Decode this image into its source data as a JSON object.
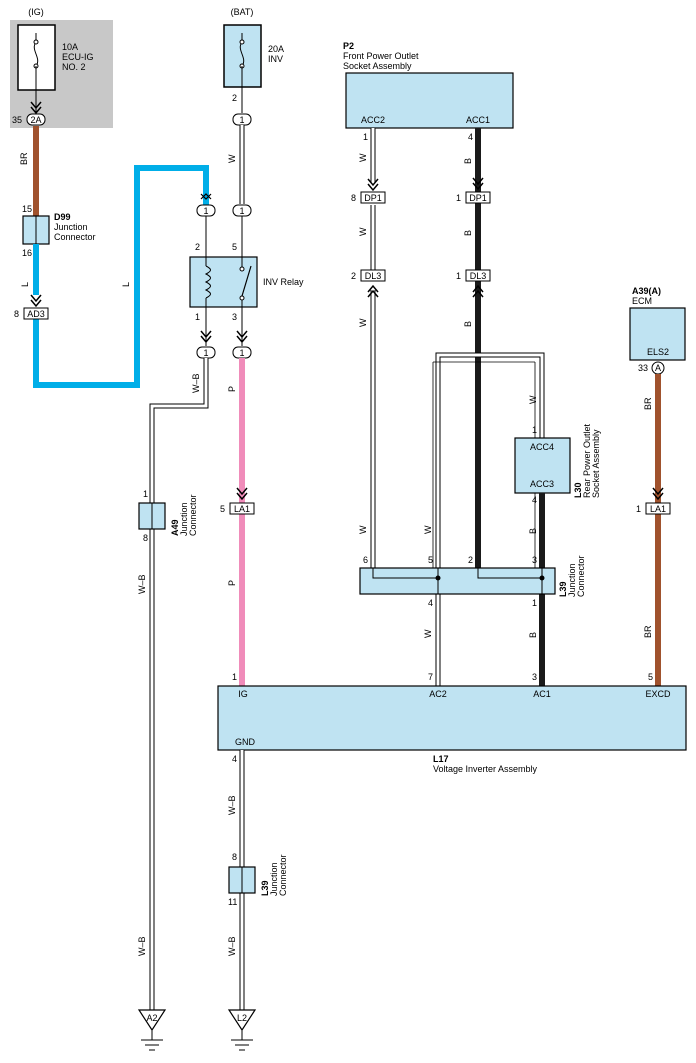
{
  "sources": {
    "ig": "(IG)",
    "bat": "(BAT)"
  },
  "fuses": {
    "ig": {
      "amp": "10A",
      "name1": "ECU-IG",
      "name2": "NO. 2"
    },
    "bat": {
      "amp": "20A",
      "name1": "INV"
    }
  },
  "components": {
    "p2": {
      "code": "P2",
      "name1": "Front Power Outlet",
      "name2": "Socket Assembly",
      "pin_left": "ACC2",
      "pin_right": "ACC1"
    },
    "a39": {
      "code": "A39(A)",
      "name": "ECM",
      "pin": "ELS2"
    },
    "d99": {
      "code": "D99",
      "name1": "Junction",
      "name2": "Connector"
    },
    "inv_relay": {
      "name": "INV Relay"
    },
    "a49": {
      "code": "A49",
      "name1": "Junction",
      "name2": "Connector"
    },
    "l30": {
      "code": "L30",
      "name1": "Rear Power Outlet",
      "name2": "Socket Assembly",
      "pin_top": "ACC4",
      "pin_bottom": "ACC3"
    },
    "l39_top": {
      "code": "L39",
      "name1": "Junction",
      "name2": "Connector"
    },
    "l39_bottom": {
      "code": "L39",
      "name1": "Junction",
      "name2": "Connector"
    },
    "l17": {
      "code": "L17",
      "name": "Voltage Inverter Assembly",
      "pin_ig": "IG",
      "pin_ac2": "AC2",
      "pin_ac1": "AC1",
      "pin_excd": "EXCD",
      "pin_gnd": "GND"
    }
  },
  "connectors": {
    "c2a": "2A",
    "ad3": "AD3",
    "dp1_left": "DP1",
    "dp1_right": "DP1",
    "dl3_left": "DL3",
    "dl3_right": "DL3",
    "la1_mid": "LA1",
    "la1_right": "LA1",
    "c1a": "1",
    "c1b": "1",
    "c1c": "1",
    "c1d": "1",
    "c1e": "1",
    "c_a": "A"
  },
  "grounds": {
    "a2": "A2",
    "l2": "L2"
  },
  "pins": {
    "p35": "35",
    "p15": "15",
    "p16": "16",
    "p8_ad3": "8",
    "p2_bat": "2",
    "p2_relay": "2",
    "p5_relay": "5",
    "p1_relay": "1",
    "p3_relay": "3",
    "p1_a49": "1",
    "p8_a49": "8",
    "p5_la1": "5",
    "p1_ig": "1",
    "p1_acc2": "1",
    "p4_acc1": "4",
    "p8_dp1": "8",
    "p1_dp1": "1",
    "p2_dl3": "2",
    "p1_dl3": "1",
    "p1_l30": "1",
    "p4_l30": "4",
    "p6_l39": "6",
    "p5_l39": "5",
    "p2_l39": "2",
    "p3_l39": "3",
    "p4_l39": "4",
    "p1_l39": "1",
    "p7_ac2": "7",
    "p3_ac1": "3",
    "p33": "33",
    "p1_la1": "1",
    "p5_excd": "5",
    "p4_gnd": "4",
    "p8_l39b": "8",
    "p11_l39b": "11"
  },
  "wire_colors": {
    "br": "BR",
    "l": "L",
    "w": "W",
    "wb": "W–B",
    "p": "P",
    "b": "B"
  },
  "colors": {
    "br": "#a0522d",
    "l": "#00aee8",
    "p": "#f08cba",
    "b": "#1a1a1a",
    "w": "#ffffff",
    "panel": "#bfe3f2",
    "ig_area": "#c8c8c8"
  }
}
